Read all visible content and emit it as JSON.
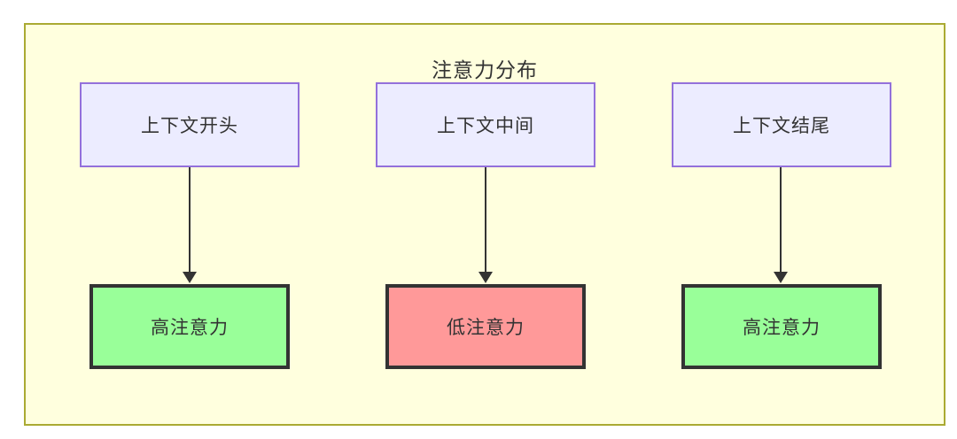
{
  "diagram": {
    "title": "注意力分布",
    "type": "flowchart",
    "colors": {
      "canvas_background": "#ffffde",
      "canvas_border": "#aaaa33",
      "source_node_fill": "#ececff",
      "source_node_border": "#9370db",
      "high_attention_fill": "#99ff99",
      "low_attention_fill": "#ff9999",
      "attention_node_border": "#333333",
      "arrow_color": "#333333",
      "text_color": "#333333"
    },
    "columns": [
      {
        "source": {
          "label": "上下文开头"
        },
        "target": {
          "label": "高注意力",
          "level": "high"
        }
      },
      {
        "source": {
          "label": "上下文中间"
        },
        "target": {
          "label": "低注意力",
          "level": "low"
        }
      },
      {
        "source": {
          "label": "上下文结尾"
        },
        "target": {
          "label": "高注意力",
          "level": "high"
        }
      }
    ]
  }
}
